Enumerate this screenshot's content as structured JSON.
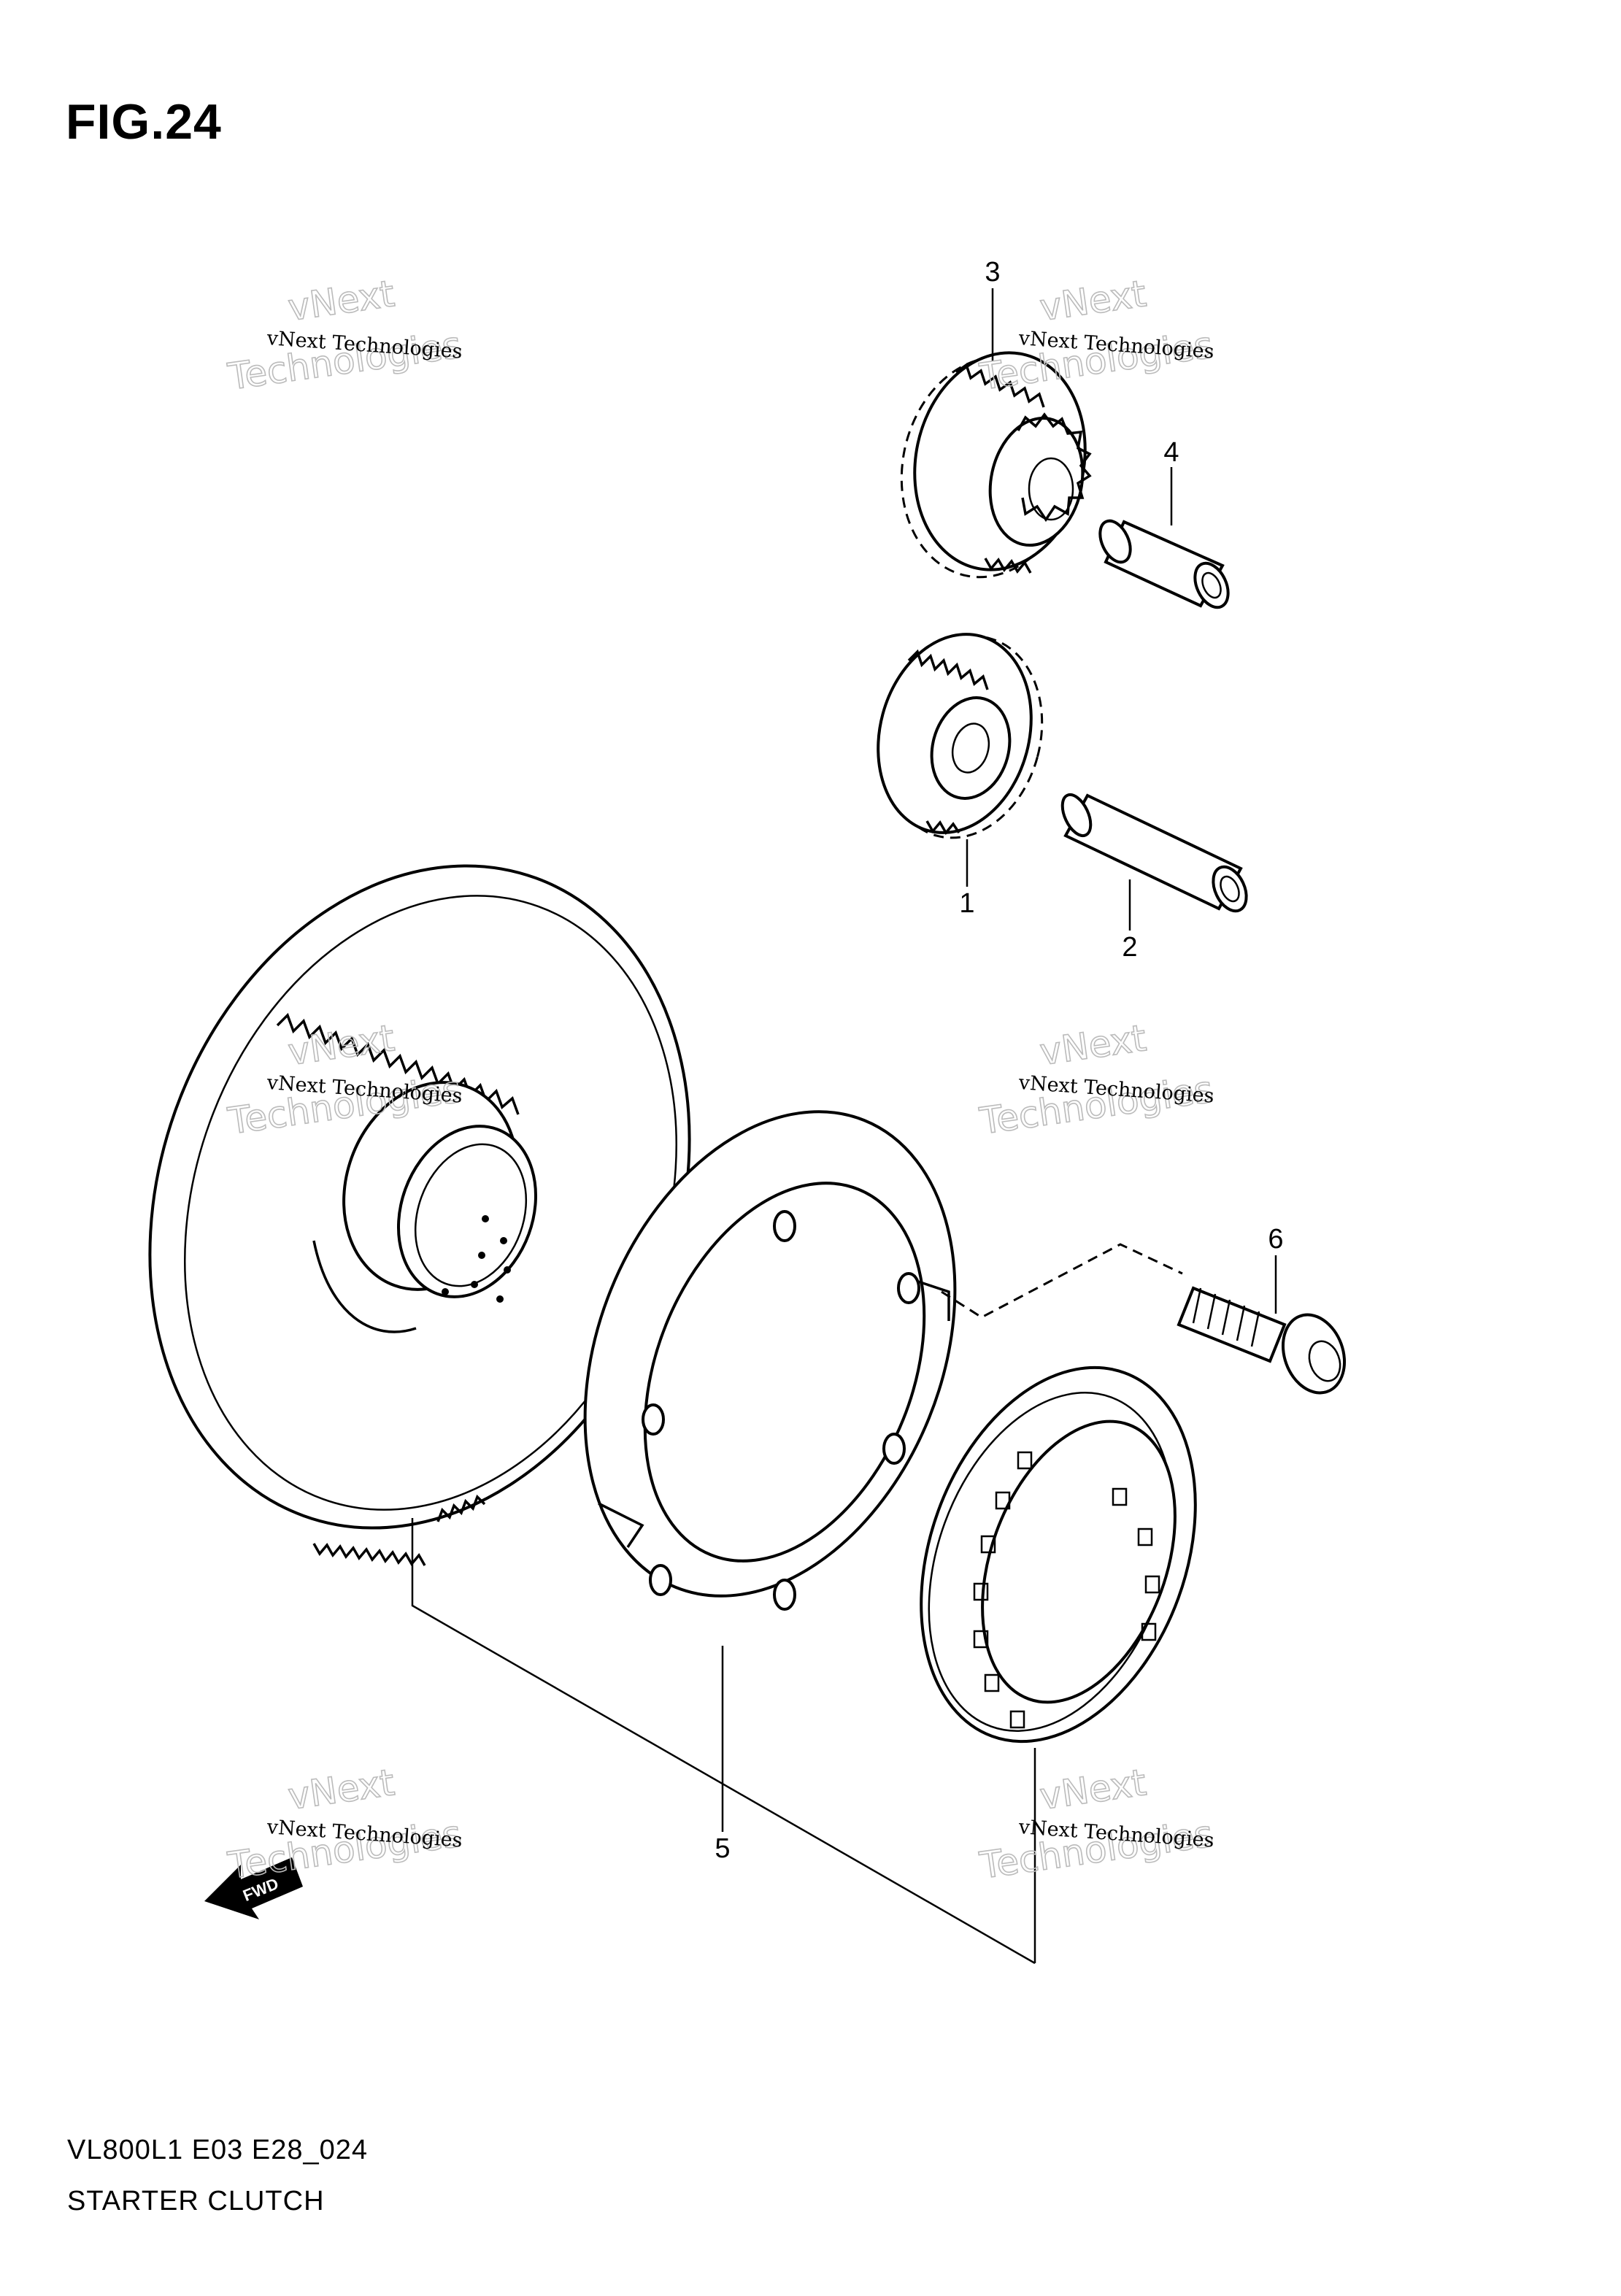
{
  "figure": {
    "title": "FIG.24",
    "model_code": "VL800L1 E03 E28_024",
    "name": "STARTER CLUTCH"
  },
  "callouts": [
    {
      "id": "1",
      "label": "1"
    },
    {
      "id": "2",
      "label": "2"
    },
    {
      "id": "3",
      "label": "3"
    },
    {
      "id": "4",
      "label": "4"
    },
    {
      "id": "5",
      "label": "5"
    },
    {
      "id": "6",
      "label": "6"
    }
  ],
  "direction_marker": {
    "label": "FWD"
  },
  "watermark": {
    "line1": "vNext Technologies",
    "line2": "vNext",
    "line3": "Technologies"
  }
}
